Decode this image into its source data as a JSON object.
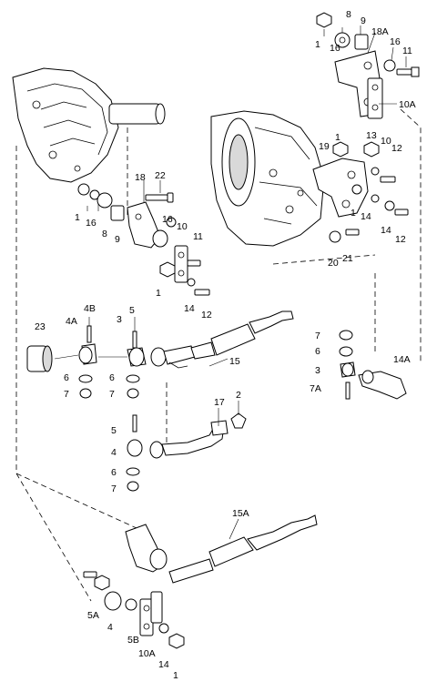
{
  "diagram": {
    "labels": [
      "8",
      "9",
      "18A",
      "1",
      "16",
      "16",
      "11",
      "10A",
      "13",
      "10",
      "19",
      "1",
      "12",
      "1",
      "14",
      "14",
      "12",
      "20",
      "21",
      "18",
      "22",
      "1",
      "16",
      "8",
      "9",
      "16",
      "10",
      "11",
      "1",
      "14",
      "12",
      "4B",
      "5",
      "23",
      "4A",
      "3",
      "15",
      "7",
      "6",
      "3",
      "14A",
      "7A",
      "6",
      "6",
      "7",
      "7",
      "17",
      "2",
      "5",
      "4",
      "6",
      "7",
      "15A",
      "5A",
      "4",
      "5B",
      "10A",
      "14",
      "1"
    ]
  }
}
